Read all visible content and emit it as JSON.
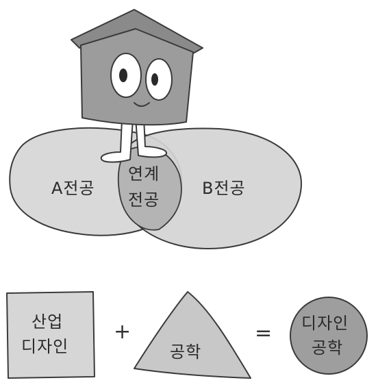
{
  "venn": {
    "left_label": "A전공",
    "right_label": "B전공",
    "overlap_line1": "연계",
    "overlap_line2": "전공"
  },
  "equation": {
    "box_line1": "산업",
    "box_line2": "디자인",
    "plus": "+",
    "triangle_label": "공학",
    "equals": "=",
    "circle_line1": "디자인",
    "circle_line2": "공학"
  },
  "colors": {
    "roof": "#8a8a8a",
    "house": "#9c9c9c",
    "ellipse_left": "#d9d9d9",
    "ellipse_right": "#d4d4d4",
    "overlap": "#b4b4b4",
    "box": "#d6d6d6",
    "triangle": "#c8c8c8",
    "circle": "#9e9e9e",
    "outline": "#3a3a3a"
  }
}
